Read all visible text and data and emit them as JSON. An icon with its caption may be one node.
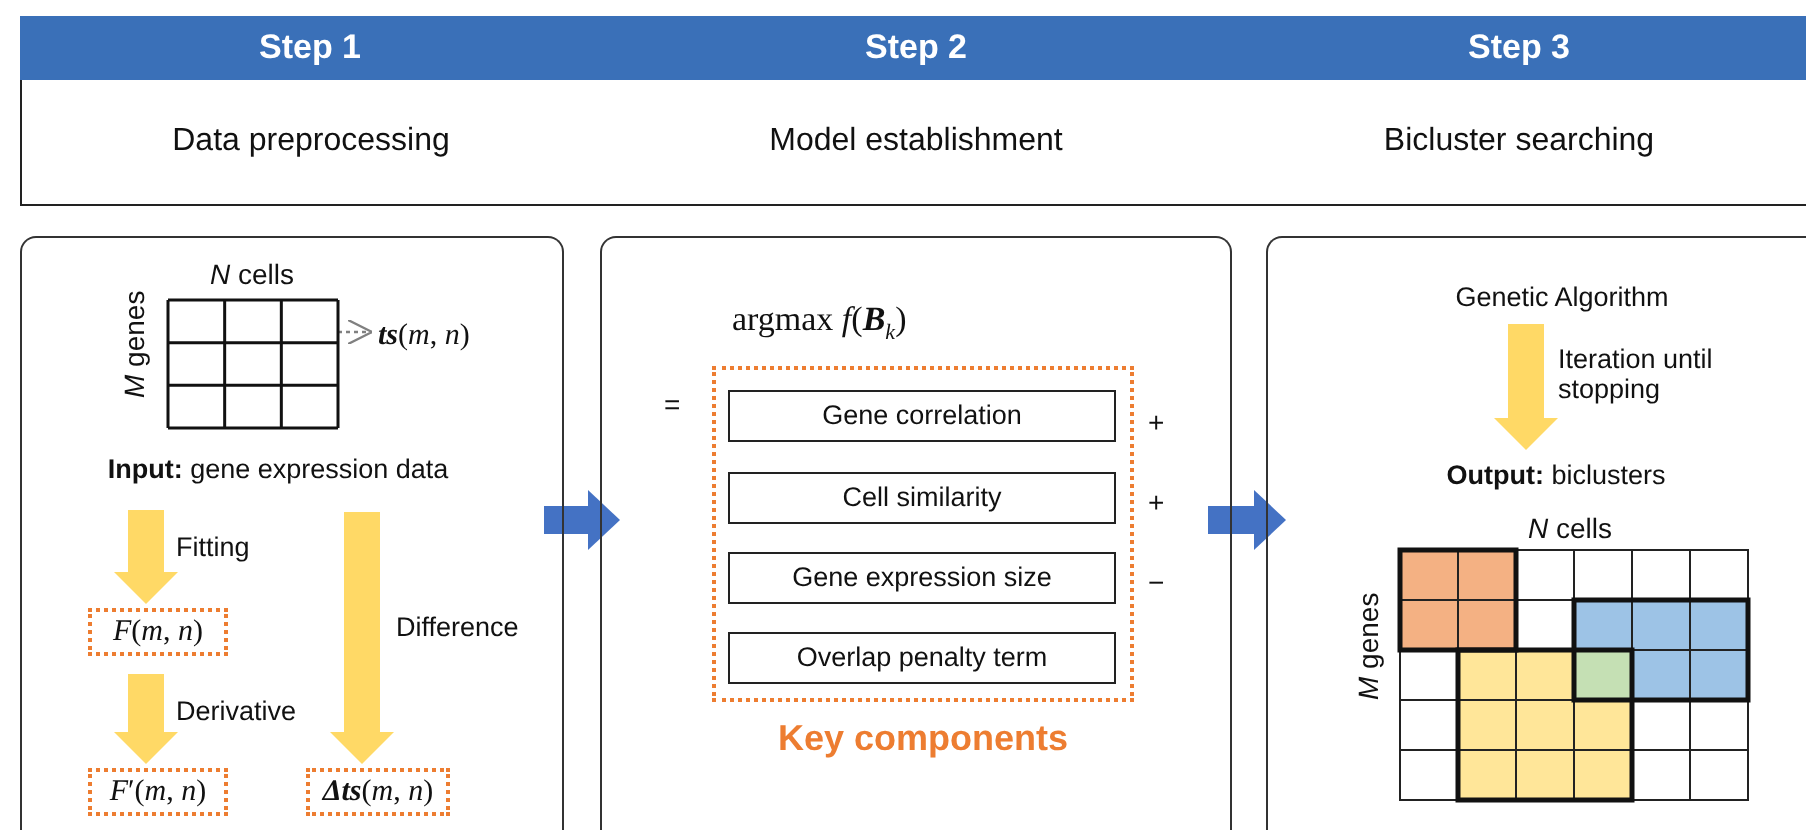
{
  "diagram": {
    "nodes": [
      {
        "text": [
          "Step 1"
        ]
      },
      {
        "text": [
          "Step 2"
        ]
      },
      {
        "text": [
          "Step 3"
        ]
      },
      {
        "text": [
          "Data preprocessing"
        ]
      },
      {
        "text": [
          "Model establishment"
        ]
      },
      {
        "text": [
          "Bicluster searching"
        ]
      },
      {
        "text": [],
        "shape": "box"
      },
      {
        "text": [],
        "shape": "box"
      },
      {
        "text": [],
        "shape": "box"
      },
      {
        "text": [],
        "shape": "grid",
        "in": 6,
        "beside": [
          "*N* cells",
          "*M* genes"
        ]
      },
      {
        "text": [
          "**ts**(*m*, *n*)"
        ],
        "in": 6
      },
      {
        "text": [
          "**Input:** gene expression data"
        ],
        "in": 6
      },
      {
        "text": [
          "*F*(*m*, *n*)"
        ],
        "in": 6
      },
      {
        "text": [
          "*F*′(*m*, *n*)"
        ],
        "in": 6
      },
      {
        "text": [
          "**Δts**(*m*, *n*)"
        ],
        "in": 6
      },
      {
        "text": [
          "Key components"
        ],
        "in": 7
      },
      {
        "text": [
          "Gene correlation"
        ],
        "in": 15,
        "beside": [
          "+"
        ]
      },
      {
        "text": [
          "Cell similarity"
        ],
        "in": 15,
        "beside": [
          "+"
        ]
      },
      {
        "text": [
          "Gene expression size"
        ],
        "in": 15,
        "beside": [
          "−"
        ]
      },
      {
        "text": [
          "Overlap penalty term"
        ],
        "in": 15
      },
      {
        "text": [
          "Genetic Algorithm"
        ],
        "in": 8
      },
      {
        "text": [
          "**Output:** biclusters"
        ],
        "in": 8
      }
    ],
    "edges": [
      {
        "from": 6,
        "to": 7,
        "arrow": "to",
        "color": "#4472c4"
      },
      {
        "from": 7,
        "to": 8,
        "arrow": "to",
        "color": "#4472c4"
      },
      {
        "from": 9,
        "to": 10,
        "arrow": "to",
        "style": "dashed",
        "color": "#808080"
      },
      {
        "from": 11,
        "to": 12,
        "arrow": "to",
        "label": "Fitting",
        "color": "#ffd966"
      },
      {
        "from": 12,
        "to": 13,
        "arrow": "to",
        "label": "Derivative",
        "color": "#ffd966"
      },
      {
        "from": 11,
        "to": 14,
        "arrow": "to",
        "label": "Difference",
        "color": "#ffd966"
      },
      {
        "from": 20,
        "to": 21,
        "arrow": "to",
        "label": "Iteration until stopping",
        "color": "#ffd966"
      }
    ],
    "labels": [
      "argmax *f*(**B**$_{k}$)",
      "=",
      "*N* cells",
      "*M* genes"
    ]
  }
}
